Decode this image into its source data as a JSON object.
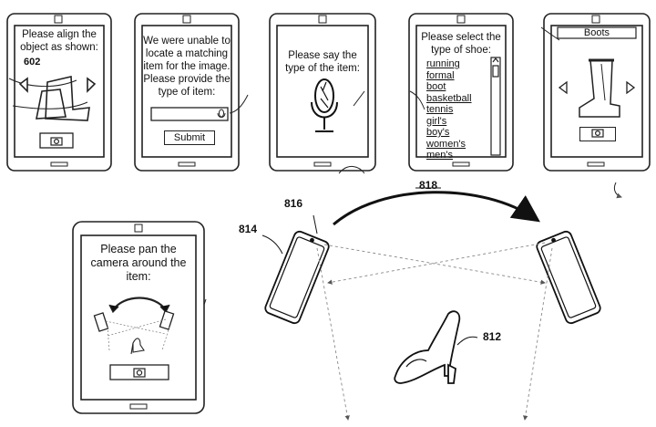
{
  "tablet1": {
    "prompt": "Please align the object as shown:"
  },
  "tablet2": {
    "message": "We were unable to locate a matching item for the image. Please provide the type of item:",
    "submit": "Submit"
  },
  "tablet3": {
    "prompt": "Please say the type of the item:"
  },
  "tablet4": {
    "prompt": "Please select the type of shoe:",
    "options": [
      "running",
      "formal",
      "boot",
      "basketball",
      "tennis",
      "girl's",
      "boy's",
      "women's",
      "men's"
    ]
  },
  "tablet5": {
    "title": "Boots"
  },
  "tablet6": {
    "prompt": "Please pan the camera around the item:"
  },
  "refs": {
    "r602": "602",
    "r816": "816",
    "r814": "814",
    "r818": "818",
    "r812": "812"
  }
}
